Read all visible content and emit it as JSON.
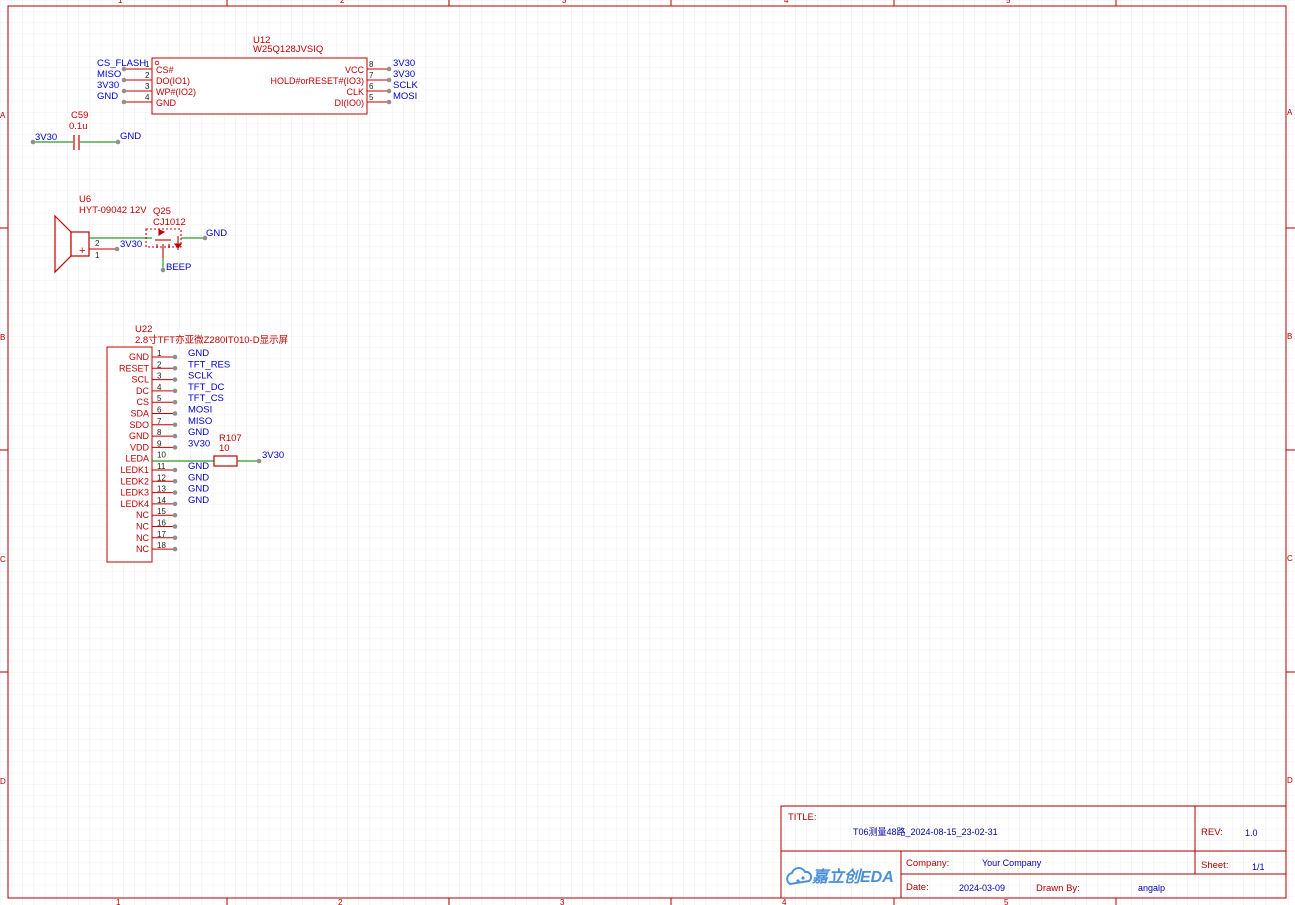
{
  "u12": {
    "ref": "U12",
    "value": "W25Q128JVSIQ",
    "left_pins": [
      {
        "num": "1",
        "name": "CS#",
        "net": "CS_FLASH"
      },
      {
        "num": "2",
        "name": "DO(IO1)",
        "net": "MISO"
      },
      {
        "num": "3",
        "name": "WP#(IO2)",
        "net": "3V30"
      },
      {
        "num": "4",
        "name": "GND",
        "net": "GND"
      }
    ],
    "right_pins": [
      {
        "num": "8",
        "name": "VCC",
        "net": "3V30"
      },
      {
        "num": "7",
        "name": "HOLD#orRESET#(IO3)",
        "net": "3V30"
      },
      {
        "num": "6",
        "name": "CLK",
        "net": "SCLK"
      },
      {
        "num": "5",
        "name": "DI(IO0)",
        "net": "MOSI"
      }
    ]
  },
  "c59": {
    "ref": "C59",
    "value": "0.1u",
    "net_left": "3V30",
    "net_right": "GND"
  },
  "u6": {
    "ref": "U6",
    "value": "HYT-09042 12V",
    "pin2": "2",
    "pin1": "1",
    "plus": "+",
    "net_pin1": "3V30"
  },
  "q25": {
    "ref": "Q25",
    "value": "CJ1012",
    "net_drain": "GND",
    "net_gate": "BEEP"
  },
  "u22": {
    "ref": "U22",
    "value": "2.8寸TFT亦亚微Z280IT010-D显示屏",
    "pins": [
      {
        "num": "1",
        "name": "GND",
        "net": "GND"
      },
      {
        "num": "2",
        "name": "RESET",
        "net": "TFT_RES"
      },
      {
        "num": "3",
        "name": "SCL",
        "net": "SCLK"
      },
      {
        "num": "4",
        "name": "DC",
        "net": "TFT_DC"
      },
      {
        "num": "5",
        "name": "CS",
        "net": "TFT_CS"
      },
      {
        "num": "6",
        "name": "SDA",
        "net": "MOSI"
      },
      {
        "num": "7",
        "name": "SDO",
        "net": "MISO"
      },
      {
        "num": "8",
        "name": "GND",
        "net": "GND"
      },
      {
        "num": "9",
        "name": "VDD",
        "net": "3V30"
      },
      {
        "num": "10",
        "name": "LEDA",
        "net": ""
      },
      {
        "num": "11",
        "name": "LEDK1",
        "net": "GND"
      },
      {
        "num": "12",
        "name": "LEDK2",
        "net": "GND"
      },
      {
        "num": "13",
        "name": "LEDK3",
        "net": "GND"
      },
      {
        "num": "14",
        "name": "LEDK4",
        "net": "GND"
      },
      {
        "num": "15",
        "name": "NC",
        "net": ""
      },
      {
        "num": "16",
        "name": "NC",
        "net": ""
      },
      {
        "num": "17",
        "name": "NC",
        "net": ""
      },
      {
        "num": "18",
        "name": "NC",
        "net": ""
      }
    ]
  },
  "r107": {
    "ref": "R107",
    "value": "10",
    "net_right": "3V30"
  },
  "border": {
    "cols": [
      "1",
      "2",
      "3",
      "4",
      "5"
    ],
    "rows": [
      "A",
      "B",
      "C",
      "D"
    ]
  },
  "title_block": {
    "title_label": "TITLE:",
    "title_value": "T06测量48路_2024-08-15_23-02-31",
    "rev_label": "REV:",
    "rev_value": "1.0",
    "company_label": "Company:",
    "company_value": "Your Company",
    "sheet_label": "Sheet:",
    "sheet_value": "1/1",
    "date_label": "Date:",
    "date_value": "2024-03-09",
    "drawn_label": "Drawn By:",
    "drawn_value": "angalp",
    "logo_text": "嘉立创EDA"
  },
  "colors": {
    "wire": "#2b9a2b",
    "part": "#c00000",
    "net_label": "#0000cc",
    "pin_dot": "#909090",
    "border": "#b00000",
    "grid": "#e2e2e2",
    "logo": "#4a90d9"
  }
}
